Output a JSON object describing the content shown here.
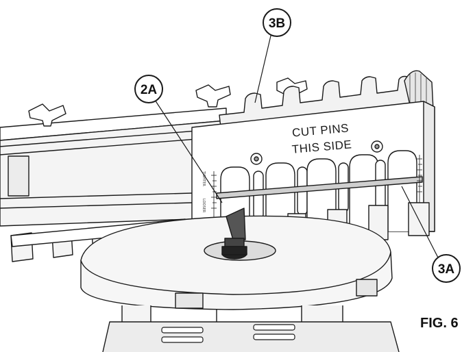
{
  "panel": {
    "line1": "CUT PINS",
    "line2": "THIS SIDE"
  },
  "callouts": {
    "c3b": "3B",
    "c2a": "2A",
    "c3a": "3A"
  },
  "figure_label": "FIG. 6",
  "scale_labels": {
    "left_top": "TIGHTER",
    "left_bottom": "LOOSER"
  },
  "colors": {
    "outline": "#1a1a1a",
    "surface": "#ffffff",
    "shade": "#e6e6e6",
    "dark_shade": "#9a9a9a",
    "bit": "#555555"
  }
}
